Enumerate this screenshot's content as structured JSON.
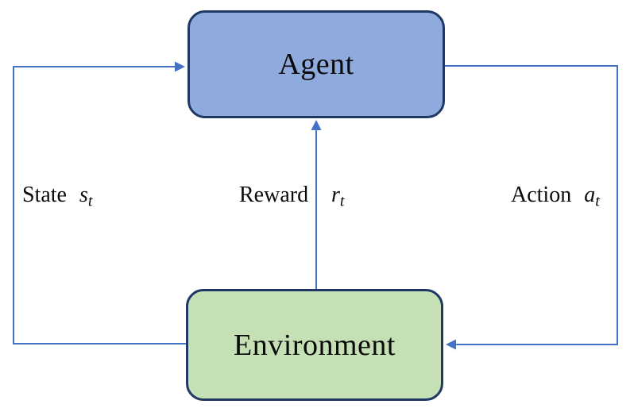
{
  "diagram": {
    "kind": "reinforcement-learning-loop",
    "nodes": {
      "agent": {
        "label": "Agent",
        "fill": "#8faadc",
        "border": "#1f3864"
      },
      "environment": {
        "label": "Environment",
        "fill": "#c5e0b4",
        "border": "#1f3864"
      }
    },
    "edges": {
      "state": {
        "label": "State",
        "var": "s",
        "sub": "t",
        "from": "environment",
        "to": "agent",
        "side": "left"
      },
      "reward": {
        "label": "Reward",
        "var": "r",
        "sub": "t",
        "from": "environment",
        "to": "agent",
        "side": "middle"
      },
      "action": {
        "label": "Action",
        "var": "a",
        "sub": "t",
        "from": "agent",
        "to": "environment",
        "side": "right"
      }
    },
    "colors": {
      "arrow": "#4472c4",
      "text": "#0a0a0a",
      "background": "#ffffff"
    }
  }
}
